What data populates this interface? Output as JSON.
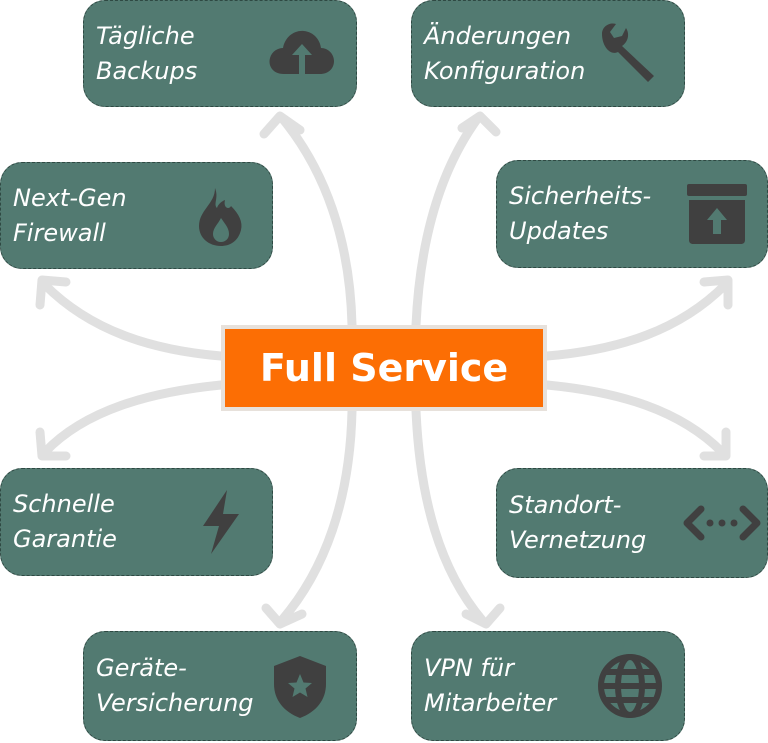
{
  "center": {
    "label": "Full Service"
  },
  "colors": {
    "center_fill": "#fc6e04",
    "card_fill": "#527a71",
    "icon": "#404040",
    "arrow": "#e0e0e0",
    "text": "#ffffff"
  },
  "services": [
    {
      "line1": "Tägliche",
      "line2": "Backups",
      "icon": "cloud-upload-icon"
    },
    {
      "line1": "Änderungen",
      "line2": "Konfiguration",
      "icon": "wrench-icon"
    },
    {
      "line1": "Next-Gen",
      "line2": "Firewall",
      "icon": "flame-icon"
    },
    {
      "line1": "Sicherheits-",
      "line2": "Updates",
      "icon": "upload-box-icon"
    },
    {
      "line1": "Schnelle",
      "line2": "Garantie",
      "icon": "lightning-icon"
    },
    {
      "line1": "Standort-",
      "line2": "Vernetzung",
      "icon": "code-arrows-icon"
    },
    {
      "line1": "Geräte-",
      "line2": "Versicherung",
      "icon": "shield-star-icon"
    },
    {
      "line1": "VPN für",
      "line2": "Mitarbeiter",
      "icon": "globe-icon"
    }
  ]
}
